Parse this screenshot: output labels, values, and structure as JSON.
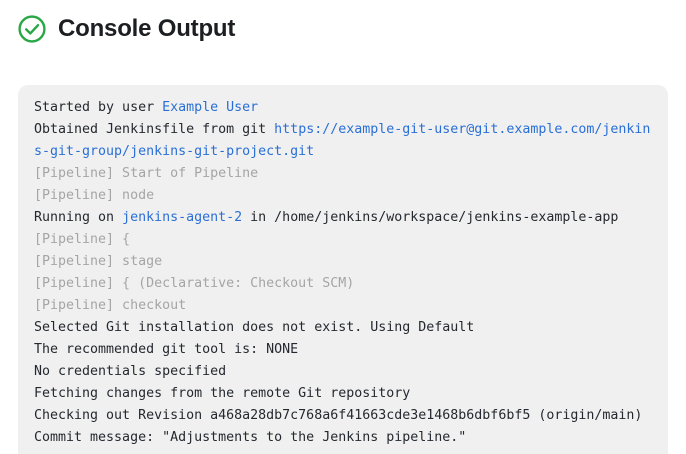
{
  "header": {
    "title": "Console Output",
    "status_icon": "circle-check-icon",
    "status_color": "#29a745"
  },
  "colors": {
    "page_background": "#ffffff",
    "panel_background": "#f0f0f0",
    "text": "#24292f",
    "link": "#2a6fd6",
    "muted": "#a5a5a5",
    "success": "#29a745"
  },
  "console": {
    "lines": [
      {
        "segments": [
          {
            "text": "Started by user ",
            "style": "plain"
          },
          {
            "text": "Example User",
            "style": "link"
          }
        ]
      },
      {
        "segments": [
          {
            "text": "Obtained Jenkinsfile from git ",
            "style": "plain"
          },
          {
            "text": "https://example-git-user@git.example.com/jenkins-git-group/jenkins-git-project.git",
            "style": "link"
          }
        ]
      },
      {
        "segments": [
          {
            "text": "[Pipeline] Start of Pipeline",
            "style": "muted"
          }
        ]
      },
      {
        "segments": [
          {
            "text": "[Pipeline] node",
            "style": "muted"
          }
        ]
      },
      {
        "segments": [
          {
            "text": "Running on ",
            "style": "plain"
          },
          {
            "text": "jenkins-agent-2",
            "style": "link"
          },
          {
            "text": " in /home/jenkins/workspace/jenkins-example-app",
            "style": "plain"
          }
        ]
      },
      {
        "segments": [
          {
            "text": "[Pipeline] {",
            "style": "muted"
          }
        ]
      },
      {
        "segments": [
          {
            "text": "[Pipeline] stage",
            "style": "muted"
          }
        ]
      },
      {
        "segments": [
          {
            "text": "[Pipeline] { (Declarative: Checkout SCM)",
            "style": "muted"
          }
        ]
      },
      {
        "segments": [
          {
            "text": "[Pipeline] checkout",
            "style": "muted"
          }
        ]
      },
      {
        "segments": [
          {
            "text": "Selected Git installation does not exist. Using Default",
            "style": "plain"
          }
        ]
      },
      {
        "segments": [
          {
            "text": "The recommended git tool is: NONE",
            "style": "plain"
          }
        ]
      },
      {
        "segments": [
          {
            "text": "No credentials specified",
            "style": "plain"
          }
        ]
      },
      {
        "segments": [
          {
            "text": "Fetching changes from the remote Git repository",
            "style": "plain"
          }
        ]
      },
      {
        "segments": [
          {
            "text": "Checking out Revision a468a28db7c768a6f41663cde3e1468b6dbf6bf5 (origin/main)",
            "style": "plain"
          }
        ]
      },
      {
        "segments": [
          {
            "text": "Commit message: \"Adjustments to the Jenkins pipeline.\"",
            "style": "plain"
          }
        ]
      }
    ]
  }
}
